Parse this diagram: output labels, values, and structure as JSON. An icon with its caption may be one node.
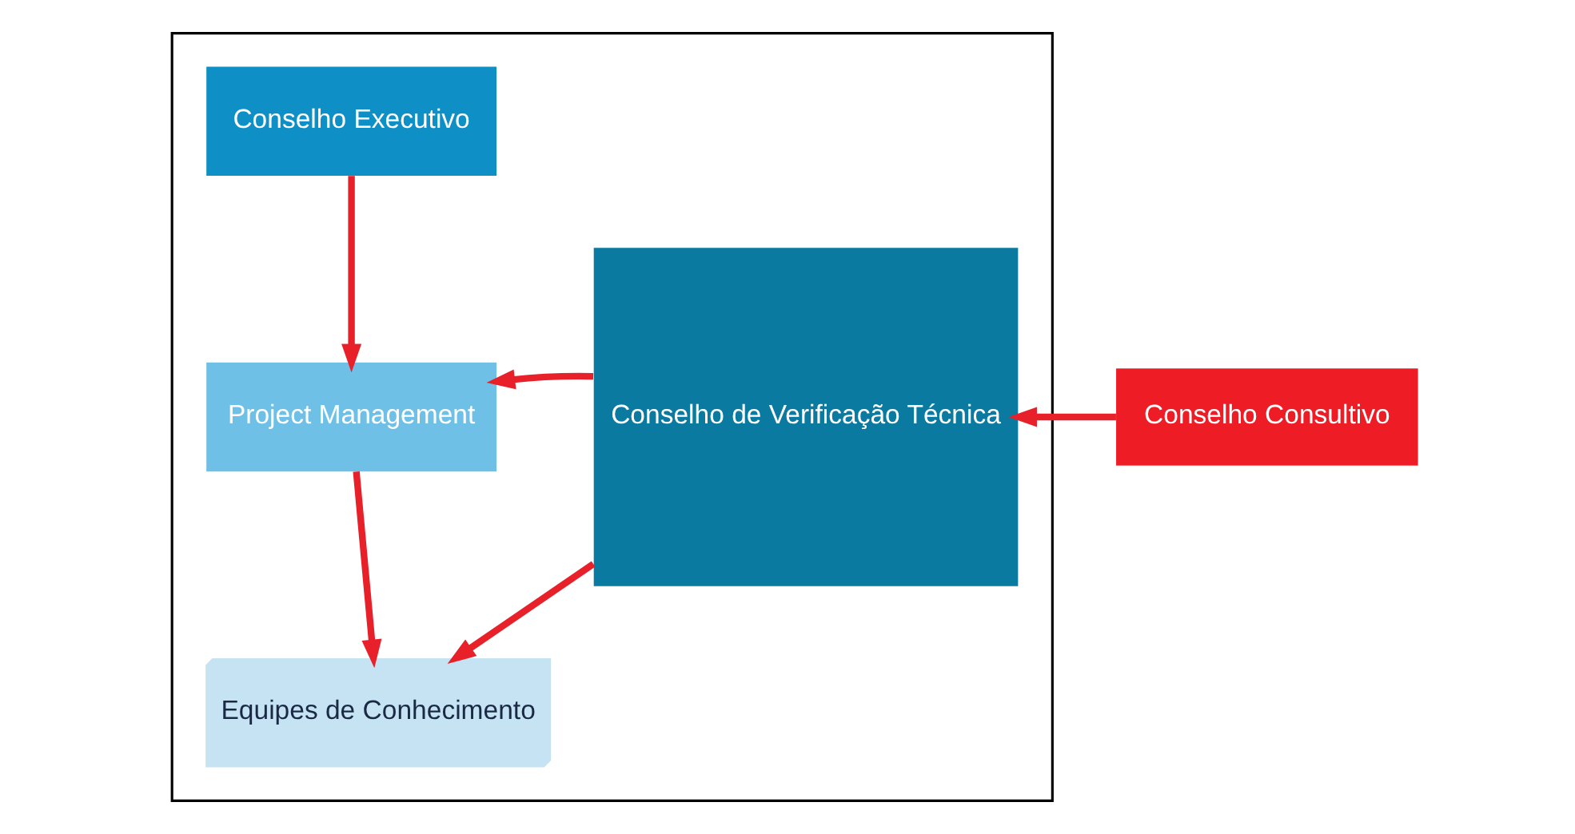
{
  "diagram": {
    "nodes": [
      {
        "text": [],
        "shape": "box"
      },
      {
        "text": [
          "Conselho Executivo"
        ],
        "in": 0
      },
      {
        "text": [
          "Project Management"
        ],
        "in": 0
      },
      {
        "text": [
          "Equipes de Conhecimento"
        ],
        "in": 0
      },
      {
        "text": [
          "Conselho de Verificação Técnica"
        ],
        "in": 0
      },
      {
        "text": [
          "Conselho Consultivo"
        ]
      }
    ],
    "edges": [
      {
        "from": 1,
        "to": 2,
        "arrow": "to"
      },
      {
        "from": 2,
        "to": 3,
        "arrow": "to"
      },
      {
        "from": 4,
        "to": 2,
        "arrow": "to"
      },
      {
        "from": 4,
        "to": 3,
        "arrow": "to"
      },
      {
        "from": 5,
        "to": 4,
        "arrow": "to"
      }
    ]
  }
}
